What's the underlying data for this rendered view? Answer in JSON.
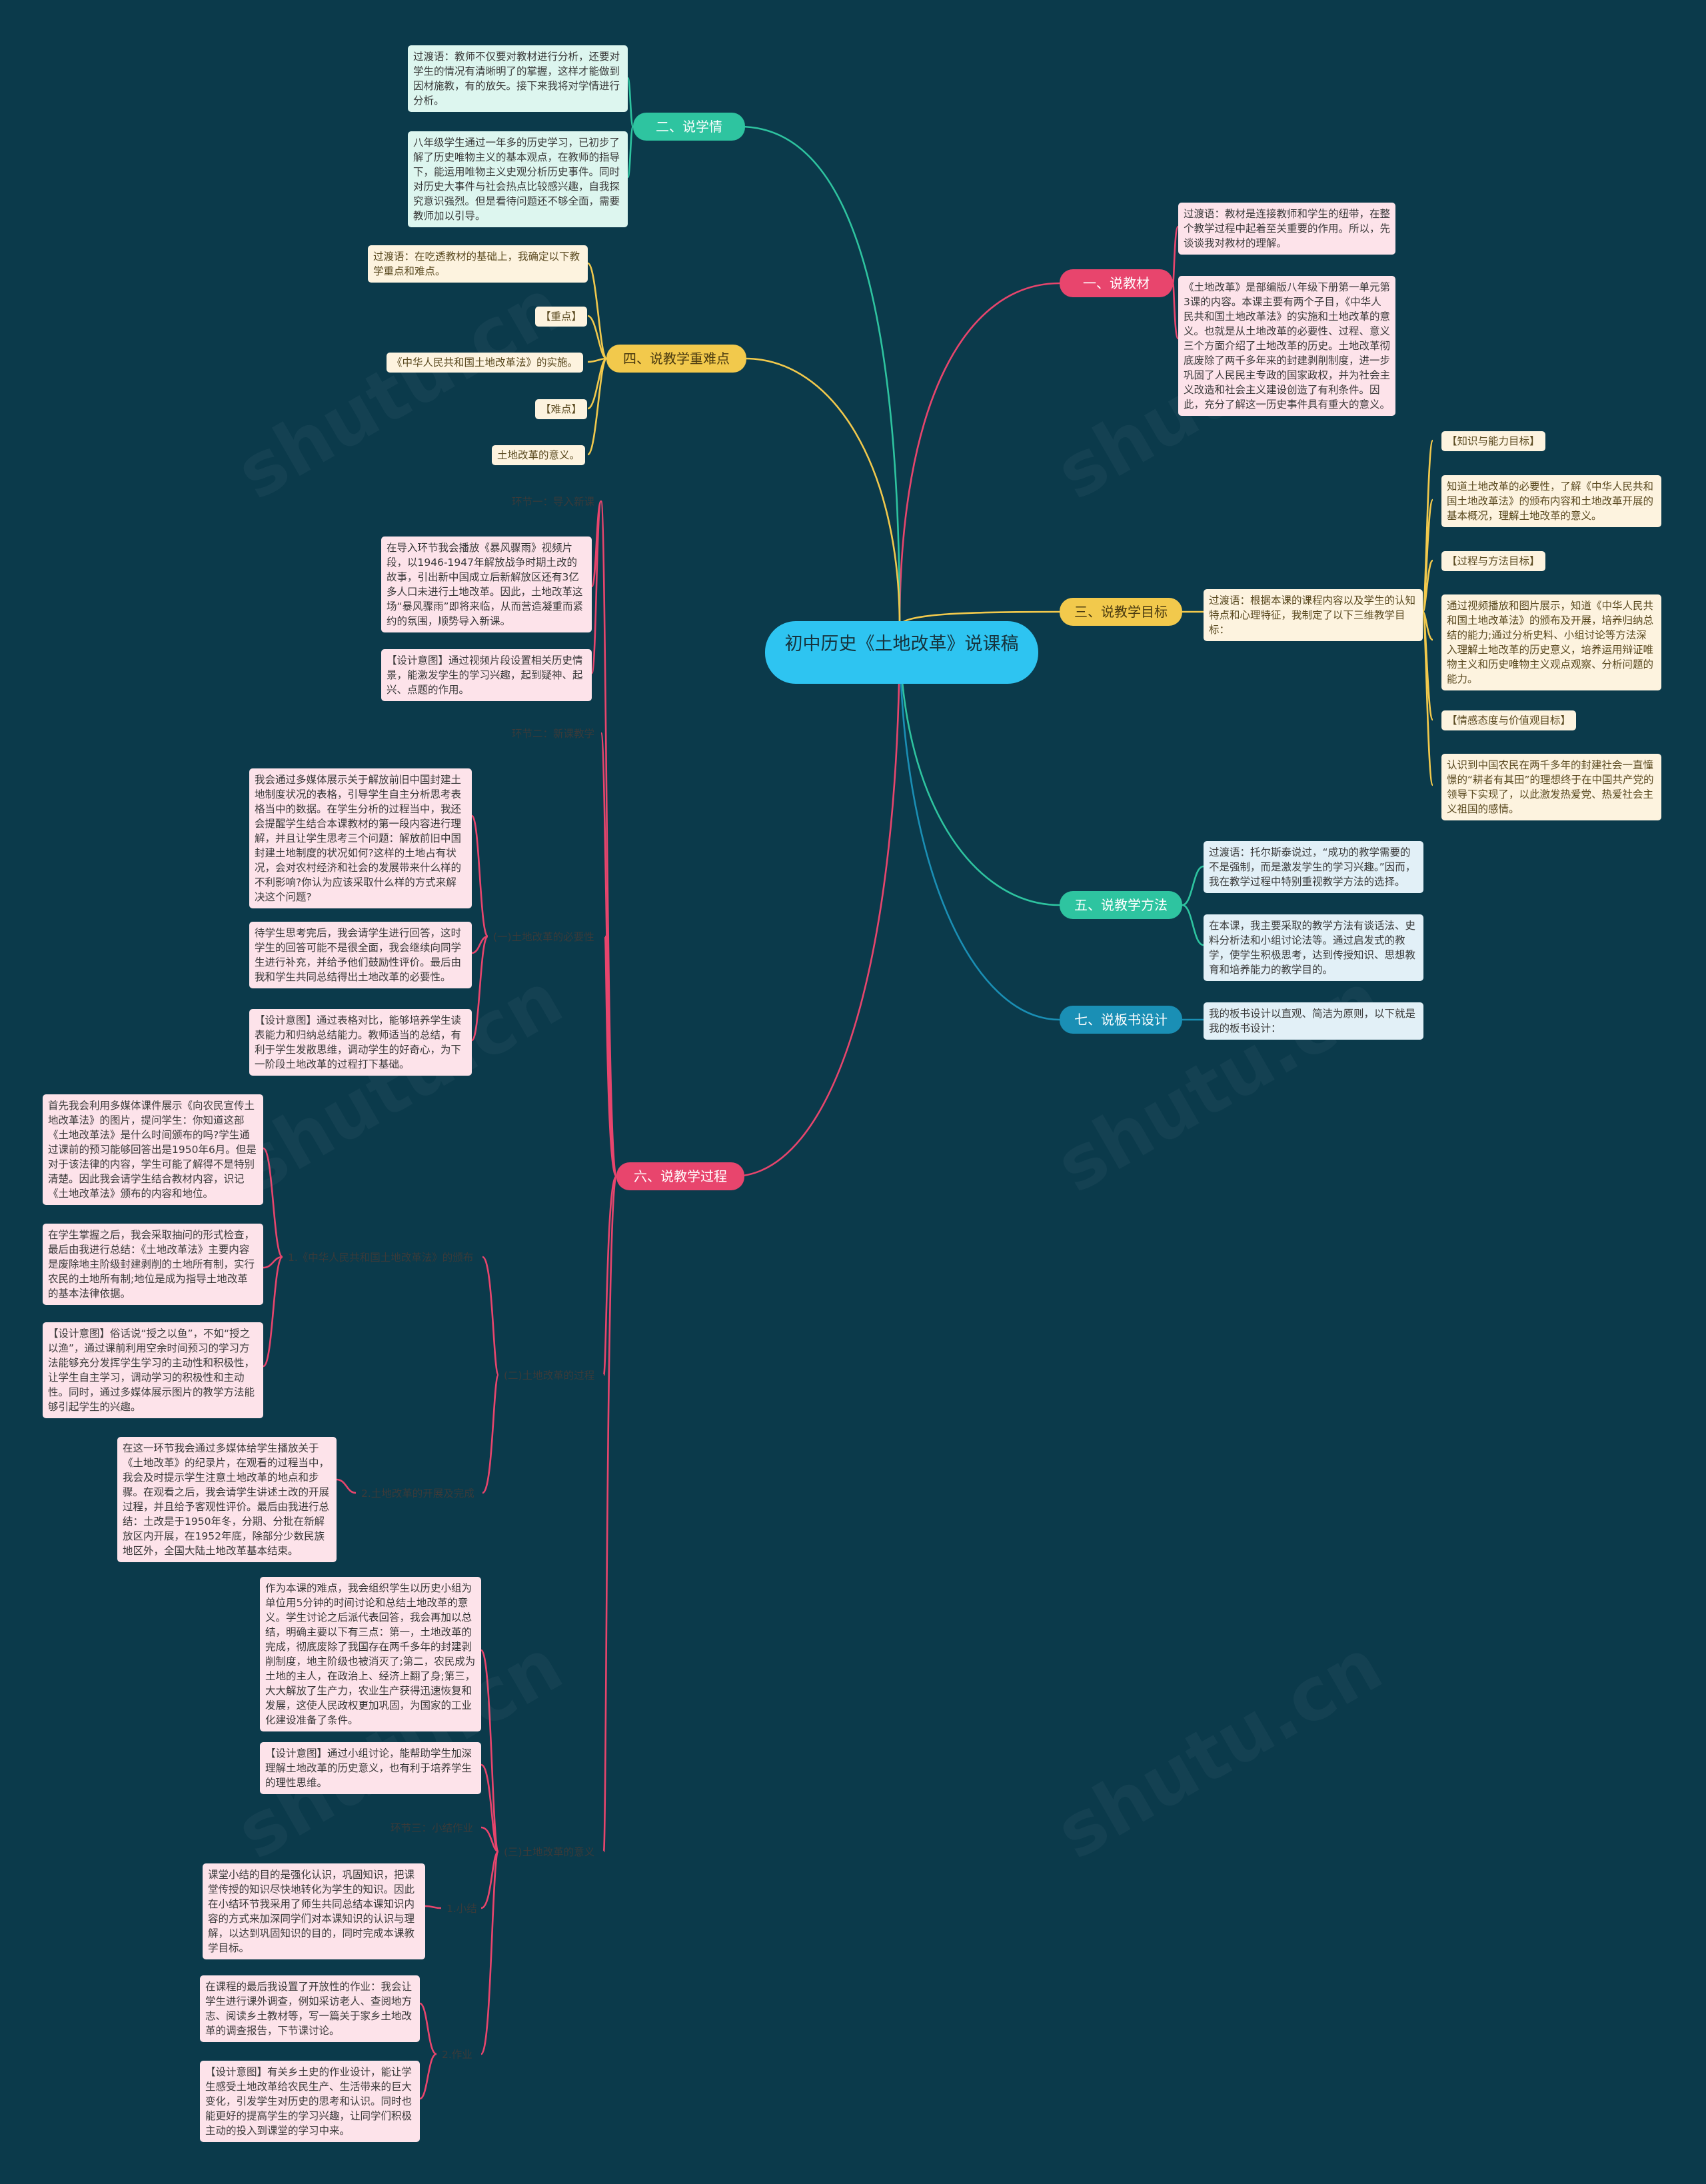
{
  "root": {
    "title": "初中历史《土地改革》说课稿"
  },
  "branches": {
    "b1": {
      "label": "一、说教材",
      "color": "#e8456d"
    },
    "b2": {
      "label": "二、说学情",
      "color": "#2ec4a0"
    },
    "b3": {
      "label": "三、说教学目标",
      "color": "#f2c94c"
    },
    "b4": {
      "label": "四、说教学重难点",
      "color": "#f2c94c"
    },
    "b5": {
      "label": "五、说教学方法",
      "color": "#2ec4a0"
    },
    "b6": {
      "label": "六、说教学过程",
      "color": "#e8456d"
    },
    "b7": {
      "label": "七、说板书设计",
      "color": "#1a8fb5"
    }
  },
  "b1_children": [
    "过渡语：教材是连接教师和学生的纽带，在整个教学过程中起着至关重要的作用。所以，先谈谈我对教材的理解。",
    "《土地改革》是部编版八年级下册第一单元第3课的内容。本课主要有两个子目，《中华人民共和国土地改革法》的实施和土地改革的意义。也就是从土地改革的必要性、过程、意义三个方面介绍了土地改革的历史。土地改革彻底废除了两千多年来的封建剥削制度，进一步巩固了人民民主专政的国家政权，并为社会主义改造和社会主义建设创造了有利条件。因此，充分了解这一历史事件具有重大的意义。"
  ],
  "b2_children": [
    "过渡语：教师不仅要对教材进行分析，还要对学生的情况有清晰明了的掌握，这样才能做到因材施教，有的放矢。接下来我将对学情进行分析。",
    "八年级学生通过一年多的历史学习，已初步了解了历史唯物主义的基本观点，在教师的指导下，能运用唯物主义史观分析历史事件。同时对历史大事件与社会热点比较感兴趣，自我探究意识强烈。但是看待问题还不够全面，需要教师加以引导。"
  ],
  "b3": {
    "intro": "过渡语：根据本课的课程内容以及学生的认知特点和心理特征，我制定了以下三维教学目标：",
    "items": [
      "【知识与能力目标】",
      "知道土地改革的必要性，了解《中华人民共和国土地改革法》的颁布内容和土地改革开展的基本概况，理解土地改革的意义。",
      "【过程与方法目标】",
      "通过视频播放和图片展示，知道《中华人民共和国土地改革法》的颁布及开展，培养归纳总结的能力;通过分析史料、小组讨论等方法深入理解土地改革的历史意义，培养运用辩证唯物主义和历史唯物主义观点观察、分析问题的能力。",
      "【情感态度与价值观目标】",
      "认识到中国农民在两千多年的封建社会一直憧憬的“耕者有其田”的理想终于在中国共产党的领导下实现了，以此激发热爱党、热爱社会主义祖国的感情。"
    ]
  },
  "b4_children": [
    "过渡语：在吃透教材的基础上，我确定以下教学重点和难点。",
    "【重点】",
    "《中华人民共和国土地改革法》的实施。",
    "【难点】",
    "土地改革的意义。"
  ],
  "b5_children": [
    "过渡语：托尔斯泰说过，“成功的教学需要的不是强制，而是激发学生的学习兴趣。”因而，我在教学过程中特别重视教学方法的选择。",
    "在本课，我主要采取的教学方法有谈话法、史料分析法和小组讨论法等。通过启发式的教学，使学生积极思考，达到传授知识、思想教育和培养能力的教学目的。"
  ],
  "b7_children": [
    "我的板书设计以直观、简洁为原则，以下就是我的板书设计："
  ],
  "b6": {
    "s1": "环节一：导入新课",
    "s1_text": "在导入环节我会播放《暴风骤雨》视频片段，以1946-1947年解放战争时期土改的故事，引出新中国成立后新解放区还有3亿多人口未进行土地改革。因此，土地改革这场“暴风骤雨”即将来临，从而营造凝重而紧约的氛围，顺势导入新课。",
    "s1_design": "【设计意图】通过视频片段设置相关历史情景，能激发学生的学习兴趣，起到疑神、起兴、点题的作用。",
    "s2": "环节二：新课教学",
    "n1": "(一)土地改革的必要性",
    "n1_c": [
      "我会通过多媒体展示关于解放前旧中国封建土地制度状况的表格，引导学生自主分析思考表格当中的数据。在学生分析的过程当中，我还会提醒学生结合本课教材的第一段内容进行理解，并且让学生思考三个问题：解放前旧中国封建土地制度的状况如何?这样的土地占有状况，会对农村经济和社会的发展带来什么样的不利影响?你认为应该采取什么样的方式来解决这个问题?",
      "待学生思考完后，我会请学生进行回答，这时学生的回答可能不是很全面，我会继续向同学生进行补充，并给予他们鼓励性评价。最后由我和学生共同总结得出土地改革的必要性。",
      "【设计意图】通过表格对比，能够培养学生读表能力和归纳总结能力。教师适当的总结，有利于学生发散思维，调动学生的好奇心，为下一阶段土地改革的过程打下基础。"
    ],
    "n2": "(二)土地改革的过程",
    "n2a": "1.《中华人民共和国土地改革法》的颁布",
    "n2a_c": [
      "首先我会利用多媒体课件展示《向农民宣传土地改革法》的图片，提问学生：你知道这部《土地改革法》是什么时间颁布的吗?学生通过课前的预习能够回答出是1950年6月。但是对于该法律的内容，学生可能了解得不是特别清楚。因此我会请学生结合教材内容，识记《土地改革法》颁布的内容和地位。",
      "在学生掌握之后，我会采取抽问的形式检查，最后由我进行总结：《土地改革法》主要内容是废除地主阶级封建剥削的土地所有制，实行农民的土地所有制;地位是成为指导土地改革的基本法律依据。",
      "【设计意图】俗话说“授之以鱼”，不如“授之以渔”，通过课前利用空余时间预习的学习方法能够充分发挥学生学习的主动性和积极性，让学生自主学习，调动学习的积极性和主动性。同时，通过多媒体展示图片的教学方法能够引起学生的兴趣。"
    ],
    "n2b": "2.土地改革的开展及完成",
    "n2b_c": "在这一环节我会通过多媒体给学生播放关于《土地改革》的纪录片，在观看的过程当中，我会及时提示学生注意土地改革的地点和步骤。在观看之后，我会请学生讲述土改的开展过程，并且给予客观性评价。最后由我进行总结：土改是于1950年冬，分期、分批在新解放区内开展，在1952年底，除部分少数民族地区外，全国大陆土地改革基本结束。",
    "n3": "(三)土地改革的意义",
    "n3_c": [
      "作为本课的难点，我会组织学生以历史小组为单位用5分钟的时间讨论和总结土地改革的意义。学生讨论之后派代表回答，我会再加以总结，明确主要以下有三点：第一，土地改革的完成，彻底废除了我国存在两千多年的封建剥削制度，地主阶级也被消灭了;第二，农民成为土地的主人，在政治上、经济上翻了身;第三，大大解放了生产力，农业生产获得迅速恢复和发展，这使人民政权更加巩固，为国家的工业化建设准备了条件。",
      "【设计意图】通过小组讨论，能帮助学生加深理解土地改革的历史意义，也有利于培养学生的理性思维。"
    ],
    "s3": "环节三：小结作业",
    "s3a": "1.小结",
    "s3a_c": "课堂小结的目的是强化认识，巩固知识，把课堂传授的知识尽快地转化为学生的知识。因此在小结环节我采用了师生共同总结本课知识内容的方式来加深同学们对本课知识的认识与理解，以达到巩固知识的目的，同时完成本课教学目标。",
    "s3b": "2.作业",
    "s3b_c": [
      "在课程的最后我设置了开放性的作业：我会让学生进行课外调查，例如采访老人、查阅地方志、阅读乡土教材等，写一篇关于家乡土地改革的调查报告，下节课讨论。",
      "【设计意图】有关乡土史的作业设计，能让学生感受土地改革给农民生产、生活带来的巨大变化，引发学生对历史的思考和认识。同时也能更好的提高学生的学习兴趣，让同学们积极主动的投入到课堂的学习中来。"
    ]
  }
}
